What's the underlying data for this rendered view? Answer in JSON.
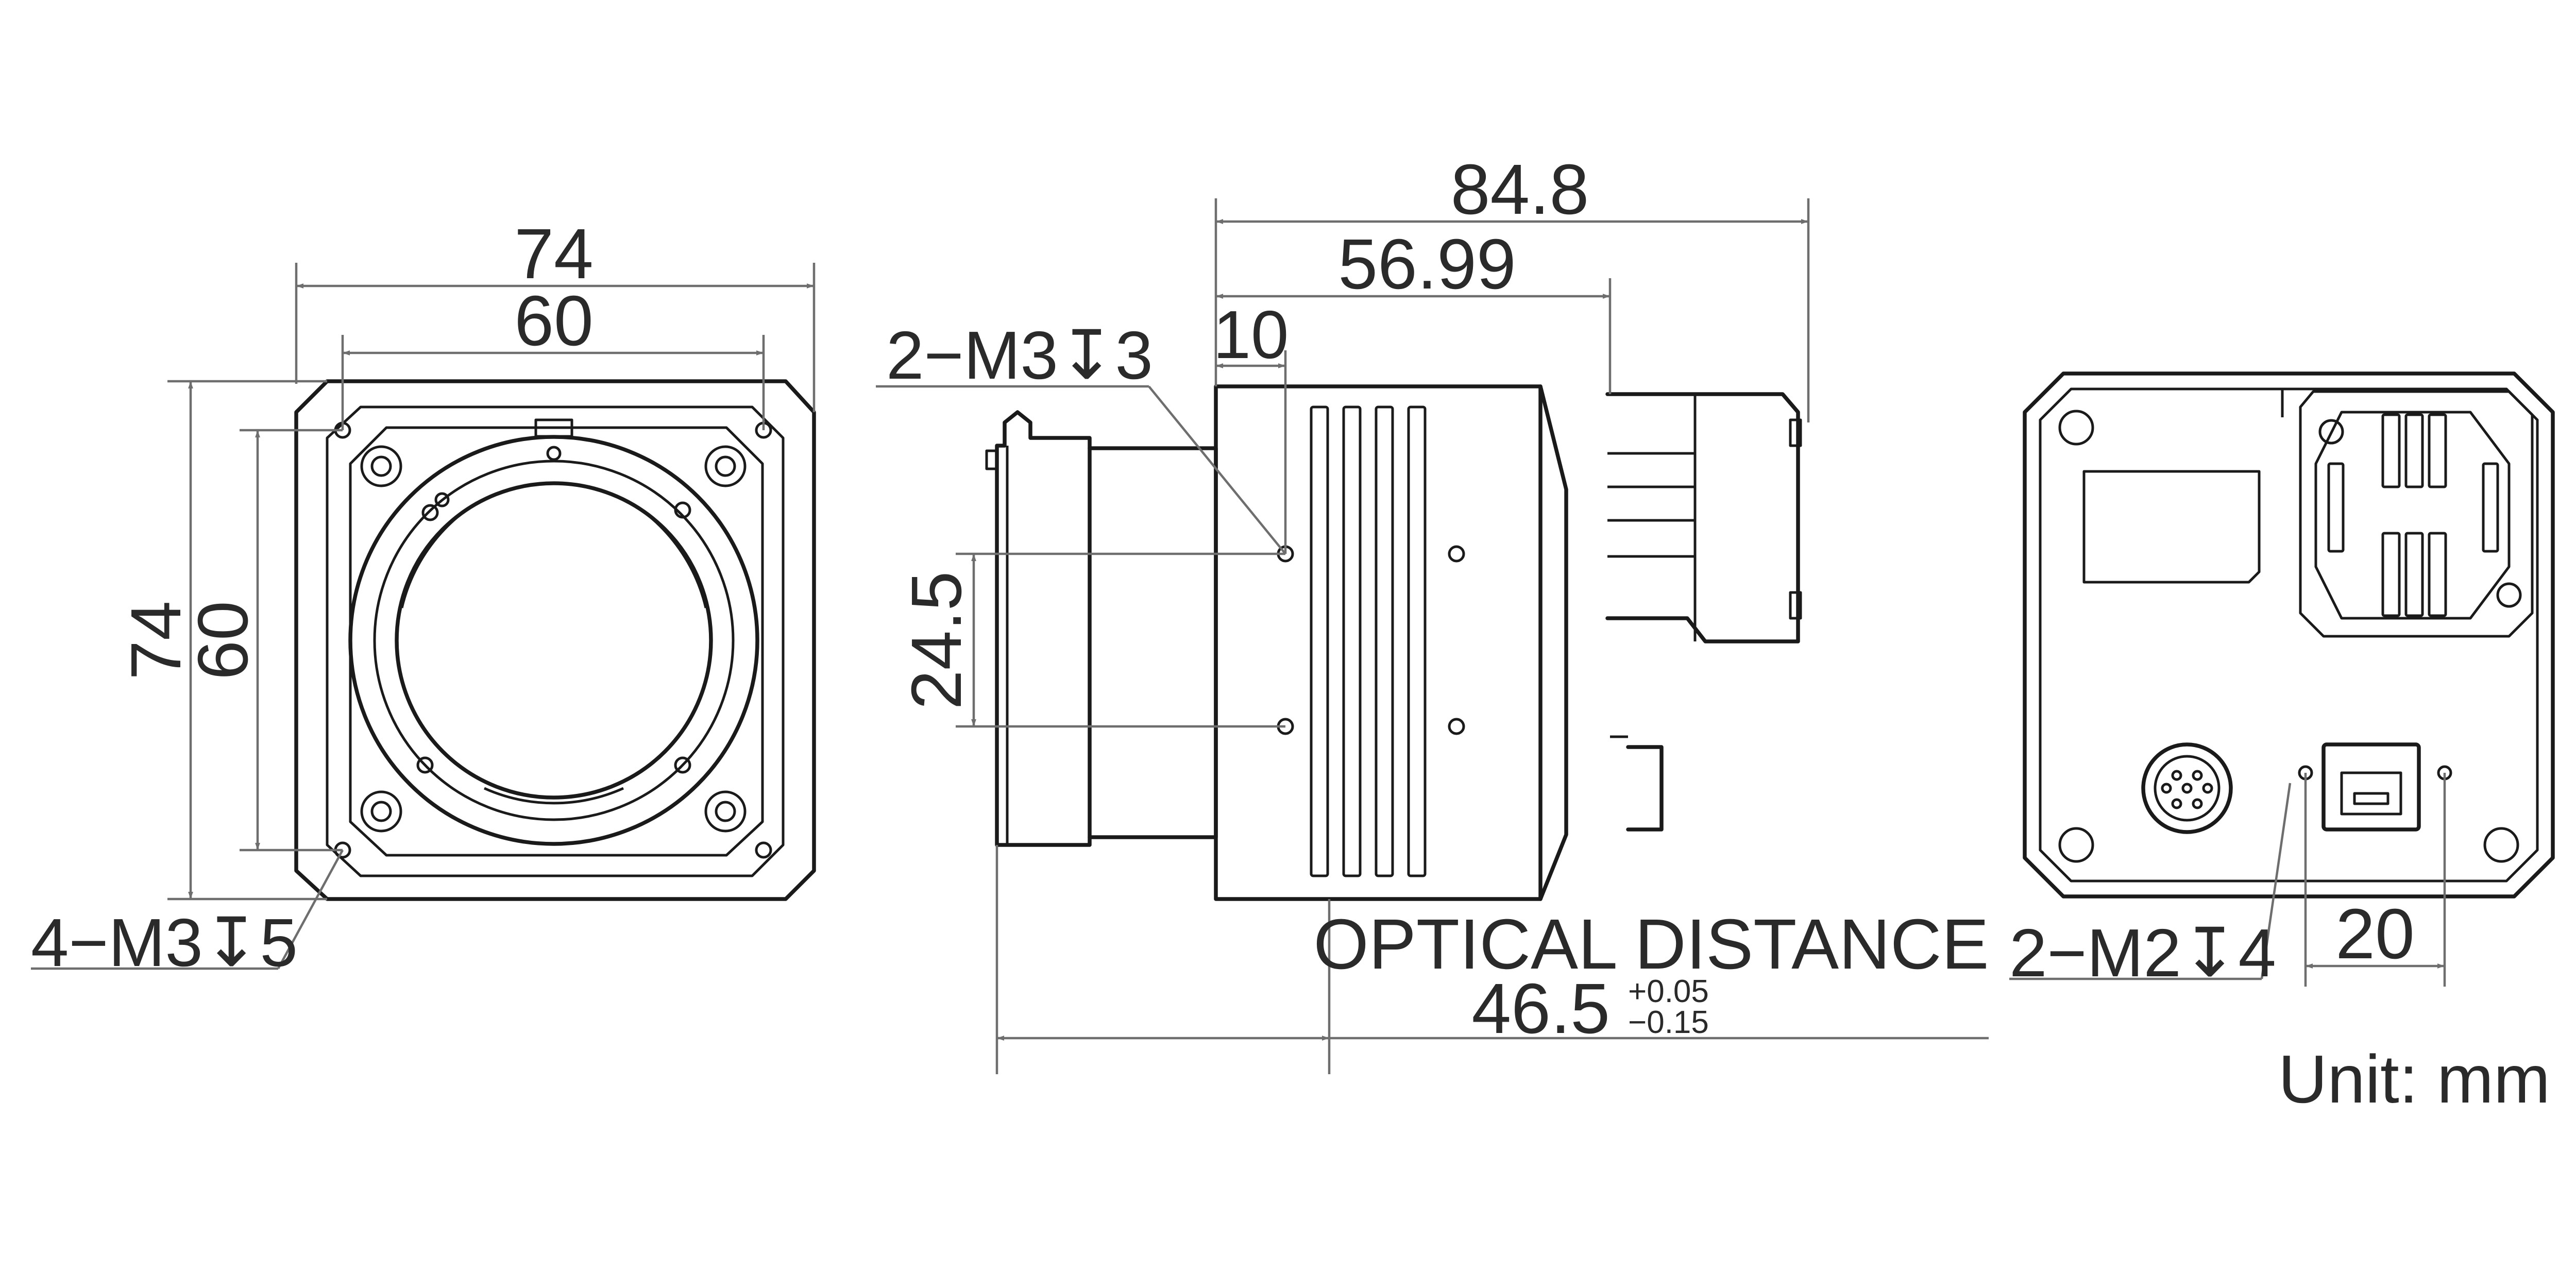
{
  "labels": {
    "front_width_outer": "74",
    "front_width_holes": "60",
    "front_height_outer": "74",
    "front_height_holes": "60",
    "front_holes_note": "4−M3↧5",
    "side_length_total": "84.8",
    "side_length_body": "56.99",
    "side_hole_offset": "10",
    "side_holes_note": "2−M3↧3",
    "side_hole_spacing": "24.5",
    "optical_title": "OPTICAL DISTANCE",
    "optical_value": "46.5",
    "optical_tol_plus": "+0.05",
    "optical_tol_minus": "−0.15",
    "rear_holes_note": "2−M2↧4",
    "rear_hole_spacing": "20",
    "unit": "Unit: mm"
  }
}
